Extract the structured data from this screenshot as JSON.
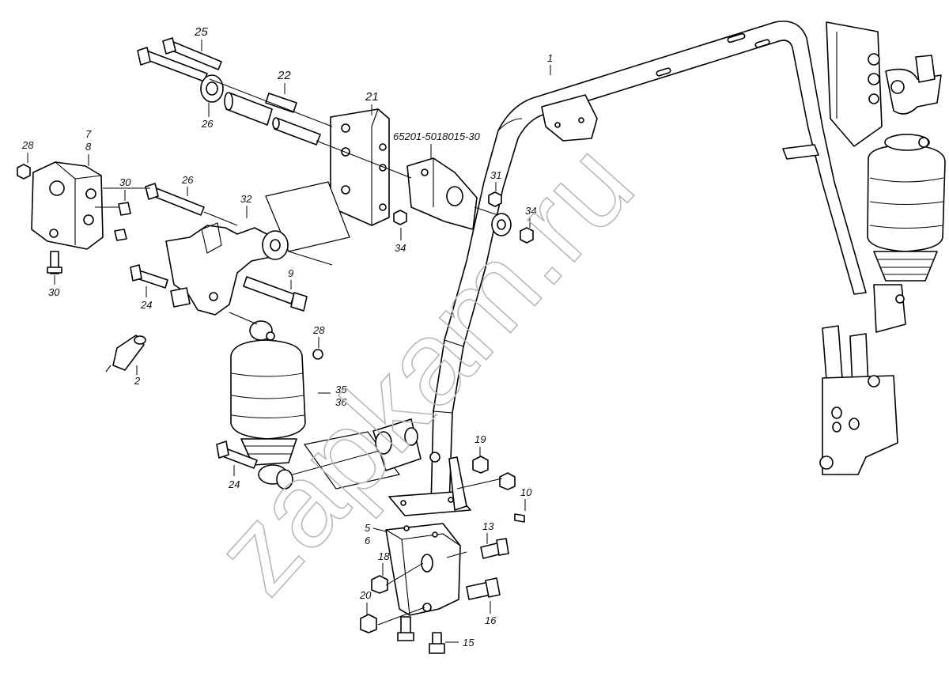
{
  "watermark": "zapkam.ru",
  "assembly_code": "65201-5018015-30",
  "labels": {
    "l1": "1",
    "l2": "2",
    "l5": "5",
    "l6": "6",
    "l7": "7",
    "l8": "8",
    "l9": "9",
    "l10": "10",
    "l13": "13",
    "l15": "15",
    "l16": "16",
    "l18": "18",
    "l19": "19",
    "l20": "20",
    "l21": "21",
    "l22": "22",
    "l24a": "24",
    "l24b": "24",
    "l25": "25",
    "l26a": "26",
    "l26b": "26",
    "l28a": "28",
    "l28b": "28",
    "l30a": "30",
    "l30b": "30",
    "l31": "31",
    "l32": "32",
    "l34a": "34",
    "l34b": "34",
    "l35": "35",
    "l36": "36"
  }
}
